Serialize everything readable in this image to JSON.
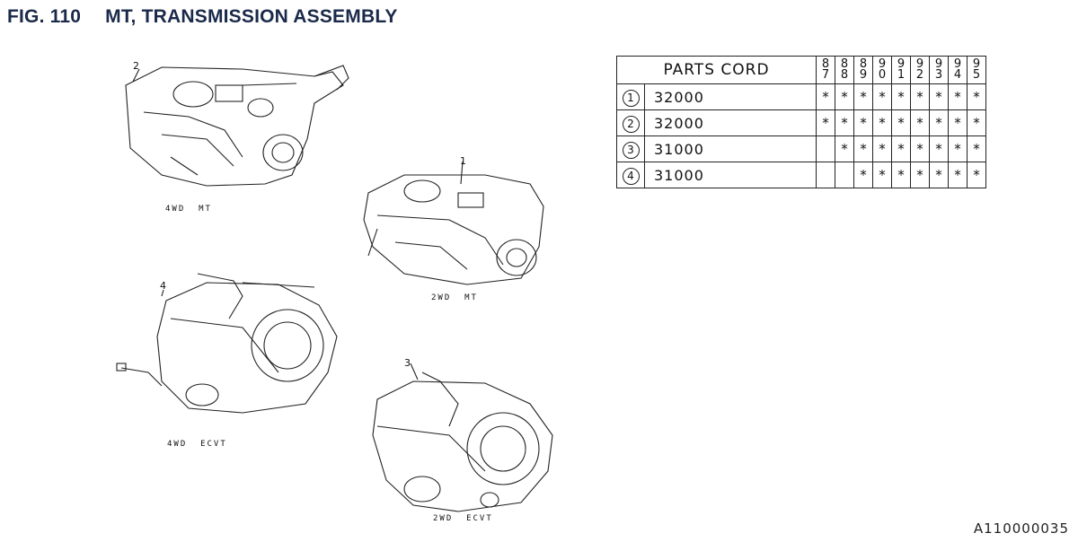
{
  "header": {
    "fig_number": "FIG. 110",
    "title": "MT, TRANSMISSION ASSEMBLY"
  },
  "illustrations": [
    {
      "callout": "2",
      "label": "4WD  MT"
    },
    {
      "callout": "1",
      "label": "2WD  MT"
    },
    {
      "callout": "4",
      "label": "4WD  ECVT"
    },
    {
      "callout": "3",
      "label": "2WD  ECVT"
    }
  ],
  "parts_table": {
    "header_label": "PARTS CORD",
    "years": [
      [
        "8",
        "7"
      ],
      [
        "8",
        "8"
      ],
      [
        "8",
        "9"
      ],
      [
        "9",
        "0"
      ],
      [
        "9",
        "1"
      ],
      [
        "9",
        "2"
      ],
      [
        "9",
        "3"
      ],
      [
        "9",
        "4"
      ],
      [
        "9",
        "5"
      ]
    ],
    "rows": [
      {
        "num": "1",
        "code": "32000",
        "marks": [
          "*",
          "*",
          "*",
          "*",
          "*",
          "*",
          "*",
          "*",
          "*"
        ]
      },
      {
        "num": "2",
        "code": "32000",
        "marks": [
          "*",
          "*",
          "*",
          "*",
          "*",
          "*",
          "*",
          "*",
          "*"
        ]
      },
      {
        "num": "3",
        "code": "31000",
        "marks": [
          "",
          "*",
          "*",
          "*",
          "*",
          "*",
          "*",
          "*",
          "*"
        ]
      },
      {
        "num": "4",
        "code": "31000",
        "marks": [
          "",
          "",
          "*",
          "*",
          "*",
          "*",
          "*",
          "*",
          "*"
        ]
      }
    ]
  },
  "ref_code": "A110000035"
}
